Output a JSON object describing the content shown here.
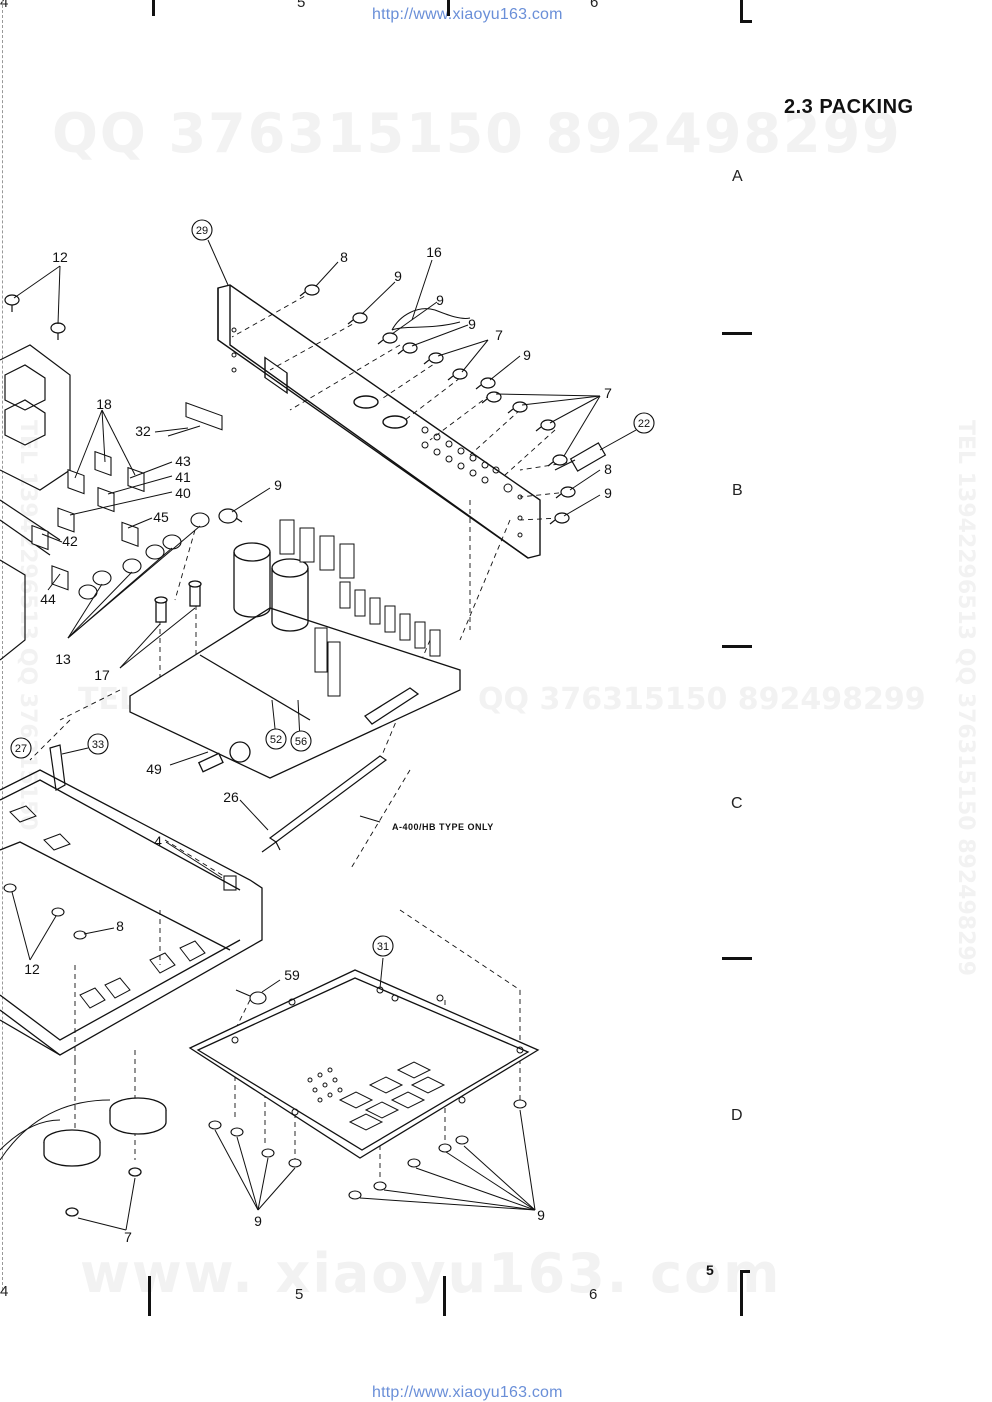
{
  "header": {
    "url": "http://www.xiaoyu163.com",
    "col_left": "4",
    "col_mid": "5",
    "col_right": "6"
  },
  "section_title": "2.3  PACKING",
  "zones": [
    "A",
    "B",
    "C",
    "D"
  ],
  "watermarks": {
    "top": "QQ 376315150   892498299",
    "middle_tel": "TEL 13942296513",
    "middle_qq": "QQ 376315150  892498299",
    "bottom": "www. xiaoyu163. com",
    "right_vertical": "TEL 13942296513  QQ 376315150  892498299",
    "left_vertical": "TEL 13942296513  QQ 376315150"
  },
  "footer": {
    "col_left": "4",
    "col_mid": "5",
    "col_right": "6",
    "page_number": "5",
    "url": "http://www.xiaoyu163.com"
  },
  "callouts": {
    "c12a": "12",
    "c8a": "8",
    "c9a": "9",
    "c16": "16",
    "c9b": "9",
    "c9c": "9",
    "c7a": "7",
    "c9d": "9",
    "c7b": "7",
    "c29": "29",
    "c18": "18",
    "c32": "32",
    "c22": "22",
    "c43": "43",
    "c41": "41",
    "c40": "40",
    "c9e": "9",
    "c8b": "8",
    "c9f": "9",
    "c45": "45",
    "c42": "42",
    "c44": "44",
    "c13": "13",
    "c17": "17",
    "c27": "27",
    "c33": "33",
    "c52": "52",
    "c56": "56",
    "c49": "49",
    "c26": "26",
    "c4": "4",
    "c8c": "8",
    "c12b": "12",
    "c31": "31",
    "c59": "59",
    "c9g": "9",
    "c9h": "9",
    "c7c": "7"
  },
  "note_type_only": "A-400/HB TYPE ONLY"
}
